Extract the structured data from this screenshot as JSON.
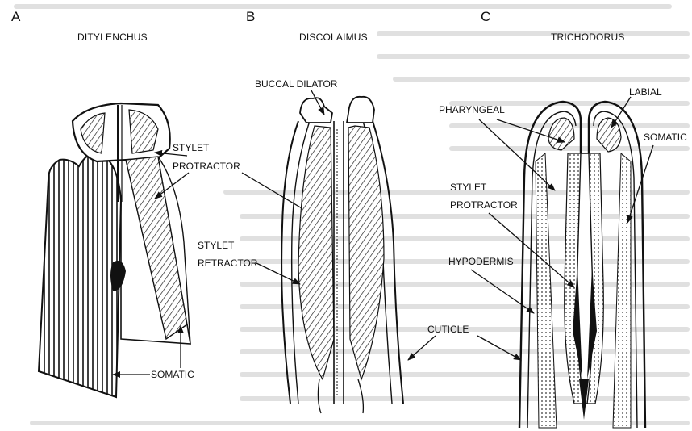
{
  "panels": [
    {
      "letter": "A",
      "genus": "DITYLENCHUS"
    },
    {
      "letter": "B",
      "genus": "DISCOLAIMUS"
    },
    {
      "letter": "C",
      "genus": "TRICHODORUS"
    }
  ],
  "labels": {
    "stylet_protractor_a": [
      "STYLET",
      "PROTRACTOR"
    ],
    "somatic_a": "SOMATIC",
    "buccal_dilator": "BUCCAL DILATOR",
    "stylet_retractor": [
      "STYLET",
      "RETRACTOR"
    ],
    "cuticle": "CUTICLE",
    "labial": "LABIAL",
    "pharyngeal": "PHARYNGEAL",
    "somatic_c": "SOMATIC",
    "stylet_protractor_c": [
      "STYLET",
      "PROTRACTOR"
    ],
    "hypodermis": "HYPODERMIS"
  },
  "colors": {
    "ink": "#111111",
    "paper": "#ffffff",
    "bleed": "#c8c8c8"
  }
}
